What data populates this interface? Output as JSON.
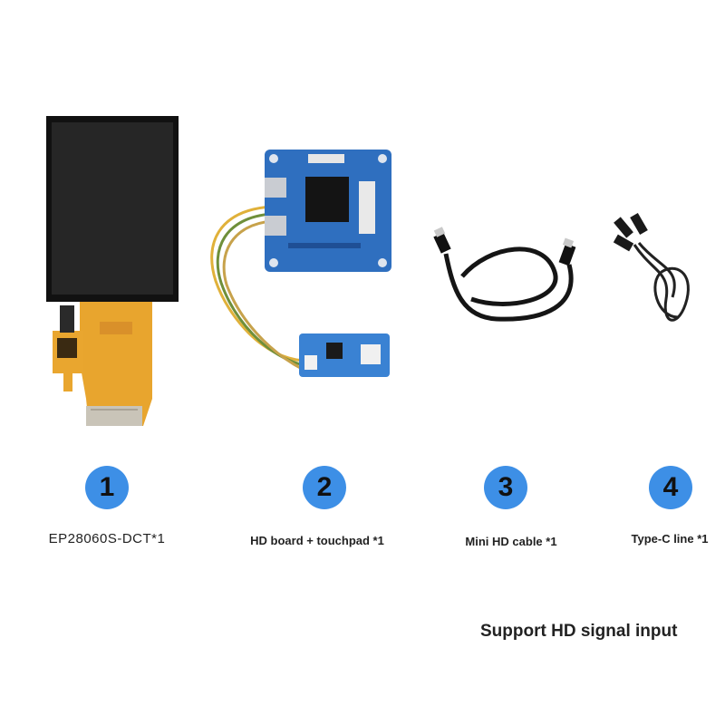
{
  "badge_color": "#3d8fe6",
  "items": [
    {
      "number": "1",
      "label": "EP28060S-DCT*1",
      "icon": "lcd-display-with-fpc"
    },
    {
      "number": "2",
      "label": "HD board + touchpad *1",
      "icon": "hdmi-driver-board"
    },
    {
      "number": "3",
      "label": "Mini HD cable *1",
      "icon": "hdmi-cable"
    },
    {
      "number": "4",
      "label": "Type-C line *1",
      "icon": "usb-type-c-cable"
    }
  ],
  "footer_text": "Support HD signal input"
}
